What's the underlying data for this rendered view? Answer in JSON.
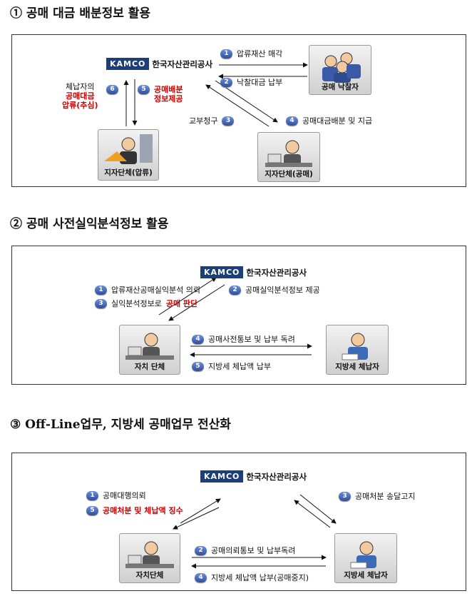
{
  "s1": {
    "title": "① 공매 대금 배분정보 활용",
    "kamco_logo": "KAMCO",
    "kamco_name": "한국자산관리공사",
    "n1": "1",
    "t1": "압류재산 매각",
    "n2": "2",
    "t2": "낙찰대금 납부",
    "n3": "3",
    "t3": "교부청구",
    "n4": "4",
    "t4": "공매대금배분 및 지급",
    "n5": "5",
    "t5a": "공매배분",
    "t5b": "정보제공",
    "n6": "6",
    "t6a": "체납자의",
    "t6b": "공매대금",
    "t6c": "압류(추심)",
    "fig_winner": "공매 낙찰자",
    "fig_local_seize": "지자단체(압류)",
    "fig_local_auction": "지자단체(공매)"
  },
  "s2": {
    "title": "② 공매 사전실익분석정보 활용",
    "kamco_logo": "KAMCO",
    "kamco_name": "한국자산관리공사",
    "n1": "1",
    "t1": "압류재산공매실익분석 의뢰",
    "n2": "2",
    "t2": "공매실익분석정보 제공",
    "n3": "3",
    "t3": "실익분석정보로",
    "t3_red": "공매 판단",
    "n4": "4",
    "t4": "공매사전통보 및 납부 독려",
    "n5": "5",
    "t5": "지방세 체납액 납부",
    "fig_local": "자치 단체",
    "fig_debtor": "지방세 체납자"
  },
  "s3": {
    "title": "③ Off-Line업무, 지방세 공매업무 전산화",
    "kamco_logo": "KAMCO",
    "kamco_name": "한국자산관리공사",
    "n1": "1",
    "t1": "공매대행의뢰",
    "n5": "5",
    "t5": "공매처분 및 체납액 징수",
    "n3": "3",
    "t3": "공매처분 송달고지",
    "n2": "2",
    "t2": "공매의뢰통보 및 납부독려",
    "n4": "4",
    "t4": "지방세 체납액 납부(공매중지)",
    "fig_local": "자치단체",
    "fig_debtor": "지방세 체납자"
  }
}
